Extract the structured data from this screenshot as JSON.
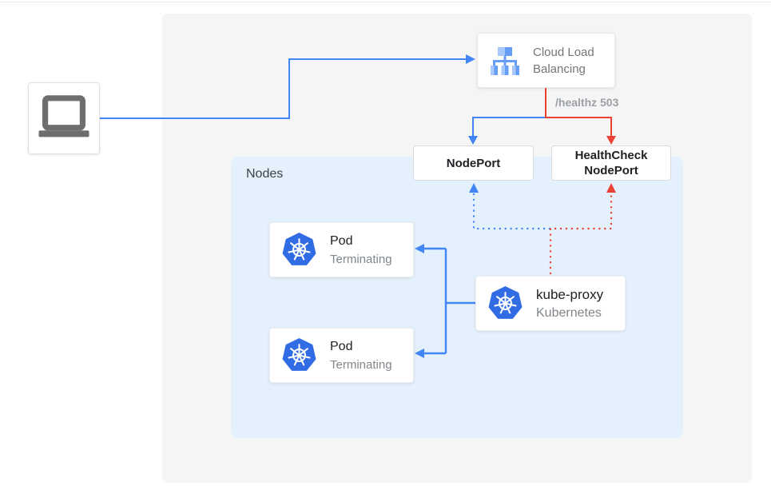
{
  "colors": {
    "blue": "#4285F4",
    "red": "#EA4335",
    "panel_bg": "#F5F5F5",
    "nodes_bg": "#E4F0FC",
    "k8s_blue": "#326CE5",
    "lb_icon_light": "#A8C7FA",
    "lb_icon_medium": "#669DF6",
    "laptop_gray": "#6E6E6E"
  },
  "diagram": {
    "client": {
      "icon": "laptop-icon"
    },
    "cloud_load_balancing": {
      "label": "Cloud Load Balancing",
      "icon": "load-balancer-icon"
    },
    "healthz_badge": "/healthz 503",
    "nodeport": {
      "label": "NodePort"
    },
    "healthcheck_nodeport": {
      "line1": "HealthCheck",
      "line2": "NodePort"
    },
    "nodes_group": {
      "label": "Nodes"
    },
    "pods": [
      {
        "title": "Pod",
        "subtitle": "Terminating",
        "icon": "kubernetes-icon"
      },
      {
        "title": "Pod",
        "subtitle": "Terminating",
        "icon": "kubernetes-icon"
      }
    ],
    "kube_proxy": {
      "title": "kube-proxy",
      "subtitle": "Kubernetes",
      "icon": "kubernetes-icon"
    }
  }
}
